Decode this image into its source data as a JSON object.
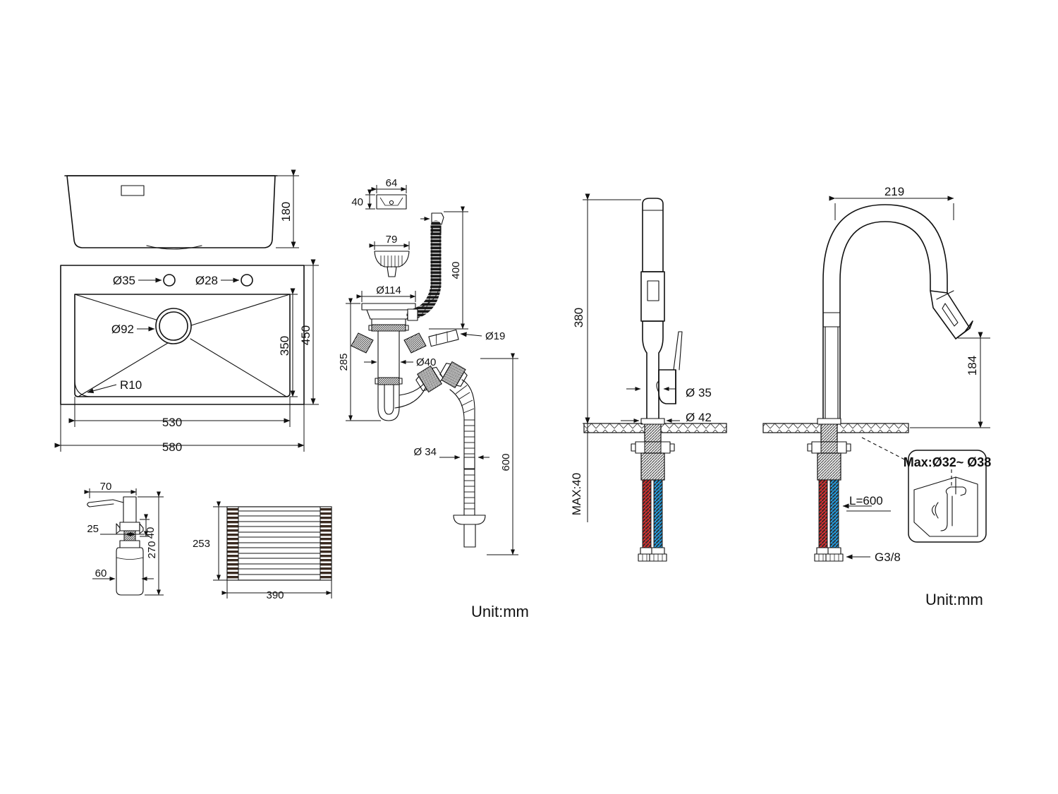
{
  "sheet": {
    "unit_label_left": "Unit:mm",
    "unit_label_right": "Unit:mm",
    "background": "#ffffff",
    "line_color": "#111111"
  },
  "sink": {
    "title": "kitchen-sink",
    "front_view": {
      "depth": "180"
    },
    "top_view": {
      "overall_width": "580",
      "inner_width": "530",
      "overall_depth": "450",
      "inner_depth": "350",
      "corner_radius": "R10",
      "drain_hole": "Ø92",
      "tap_hole_1": "Ø35",
      "tap_hole_2": "Ø28"
    }
  },
  "drain_assembly": {
    "overflow_cover": {
      "width": "64",
      "height": "40"
    },
    "strainer_basket": {
      "diameter": "79"
    },
    "flange": {
      "diameter": "Ø114"
    },
    "body_height": "285",
    "overflow_hose_length": "400",
    "overflow_connector": "Ø19",
    "trap_outlet": "Ø40",
    "waste_pipe": "Ø 34",
    "waste_pipe_length": "600"
  },
  "soap_dispenser": {
    "spout_reach": "70",
    "shank_length": "25",
    "thread_height": "40",
    "total_height": "270",
    "bottle_diameter": "60"
  },
  "drying_rack": {
    "height": "253",
    "width": "390"
  },
  "faucet_left": {
    "name": "pull-down-kitchen-faucet-front",
    "total_height": "380",
    "spout_diameter": "Ø 35",
    "base_diameter": "Ø 42",
    "max_counter_thickness": "MAX:40"
  },
  "faucet_right": {
    "name": "pull-down-kitchen-faucet-side",
    "spout_reach": "219",
    "spout_height": "184",
    "hose_length": "L=600",
    "thread_size": "G3/8",
    "callout": "Max:Ø32~ Ø38",
    "hose_hot_color": "#d02b2b",
    "hose_cold_color": "#2196d8"
  }
}
